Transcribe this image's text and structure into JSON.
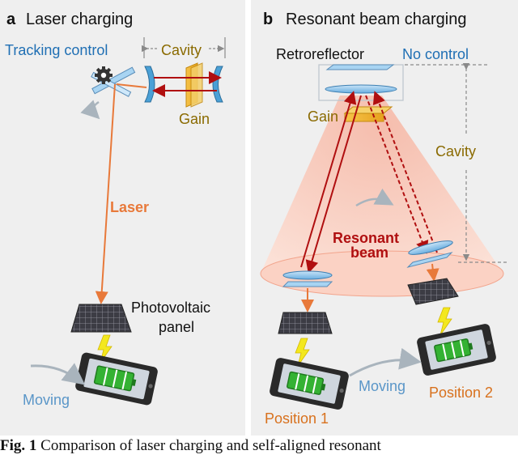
{
  "panel_a": {
    "letter": "a",
    "title": "Laser charging",
    "tracking_control": "Tracking control",
    "cavity": "Cavity",
    "gain": "Gain",
    "laser": "Laser",
    "photovoltaic_line1": "Photovoltaic",
    "photovoltaic_line2": "panel",
    "moving": "Moving"
  },
  "panel_b": {
    "letter": "b",
    "title": "Resonant beam charging",
    "retroreflector": "Retroreflector",
    "no_control": "No control",
    "gain": "Gain",
    "cavity": "Cavity",
    "resonant_line1": "Resonant",
    "resonant_line2": "beam",
    "moving": "Moving",
    "position1": "Position 1",
    "position2": "Position 2"
  },
  "caption": {
    "label": "Fig. 1",
    "text": "Comparison of laser charging and self-aligned resonant"
  },
  "colors": {
    "panel_background": "#efefef",
    "tracking_blue": "#1f6fb4",
    "gain_brown": "#8a6a00",
    "laser_orange": "#e8793a",
    "beam_red": "#b00f10",
    "moving_blue": "#5a96c8",
    "position_orange": "#d8711d",
    "battery_green": "#34b233"
  }
}
